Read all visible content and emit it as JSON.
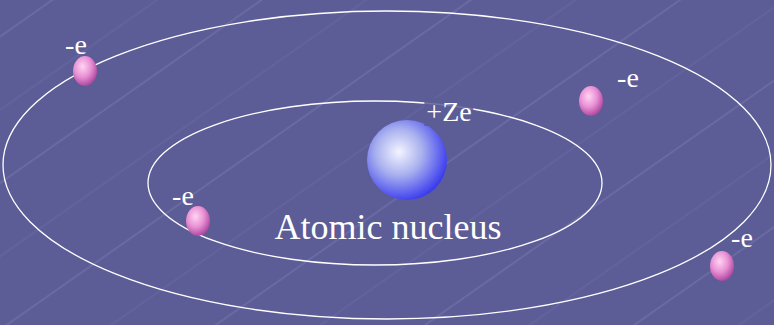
{
  "diagram": {
    "labels": [
      "-e",
      "-e",
      "+Ze",
      "-e",
      "Atomic nucleus",
      "-e"
    ]
  }
}
